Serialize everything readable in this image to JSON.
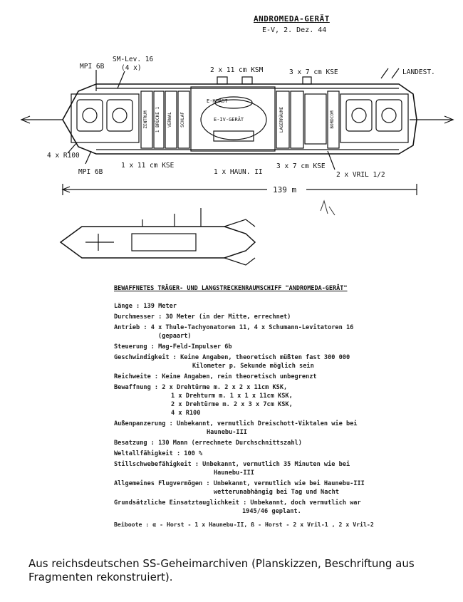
{
  "header": {
    "title": "ANDROMEDA-GERÄT",
    "date": "E-V, 2. Dez. 44"
  },
  "labels": {
    "sm_lev": "SM-Lev. 16",
    "sm_lev_count": "(4 x)",
    "mpi_top": "MPI 6B",
    "ksm_top": "2 x 11 cm KSM",
    "kse_top": "3 x 7 cm KSE",
    "landest": "LANDEST.",
    "r100": "4 x R100",
    "mpi_bottom": "MPI 6B",
    "kse_bottom_left": "1 x 11 cm KSE",
    "haun": "1 x HAUN. II",
    "kse_bottom_right": "3 x 7 cm KSE",
    "vril": "2 x VRIL 1/2",
    "length": "139 m",
    "e4_geraet": "E-IV-GERÄT",
    "e_horst": "E-HORST",
    "section_labels": [
      "ZENTRUM",
      "1 BRÜCKE 1",
      "VERWAL",
      "SCHLAF",
      "LAGERRÄUME",
      "BORDCOM"
    ]
  },
  "specs": {
    "title": "BEWAFFNETES TRÄGER- UND LANGSTRECKENRAUMSCHIFF \"ANDROMEDA-GERÄT\"",
    "rows": [
      "Länge : 139 Meter",
      "Durchmesser : 30 Meter (in der Mitte, errechnet)",
      "Antrieb : 4 x Thule-Tachyonatoren 11, 4 x Schumann-Levitatoren 16",
      "(gepaart)",
      "Steuerung : Mag-Feld-Impulser 6b",
      "Geschwindigkeit : Keine Angaben, theoretisch müßten fast 300 000",
      "Kilometer p. Sekunde möglich sein",
      "Reichweite : Keine Angaben, rein theoretisch unbegrenzt",
      "Bewaffnung : 2 x Drehtürme m. 2 x 2 x 11cm KSK,",
      "1 x Drehturm m. 1 x 1 x 11cm KSK,",
      "2 x Drehtürme m. 2 x 3 x 7cm KSK,",
      "4 x R100",
      "Außenpanzerung : Unbekannt, vermutlich Dreischott-Viktalen wie bei",
      "Haunebu-III",
      "Besatzung : 130 Mann (errechnete Durchschnittszahl)",
      "Weltallfähigkeit : 100 %",
      "Stillschwebefähigkeit : Unbekannt, vermutlich 35 Minuten wie bei",
      "Haunebu-III",
      "Allgemeines Flugvermögen : Unbekannt, vermutlich wie bei Haunebu-III",
      "wetterunabhängig bei Tag und Nacht",
      "Grundsätzliche Einsatztauglichkeit : Unbekannt, doch vermutlich war",
      "1945/46 geplant.",
      "Beiboote : α - Horst - 1 x Haunebu-II, ß - Horst - 2 x Vril-1 , 2 x Vril-2"
    ]
  },
  "caption": "Aus reichsdeutschen SS-Geheimarchiven (Planskizzen, Beschriftung aus Fragmenten rekonstruiert)."
}
